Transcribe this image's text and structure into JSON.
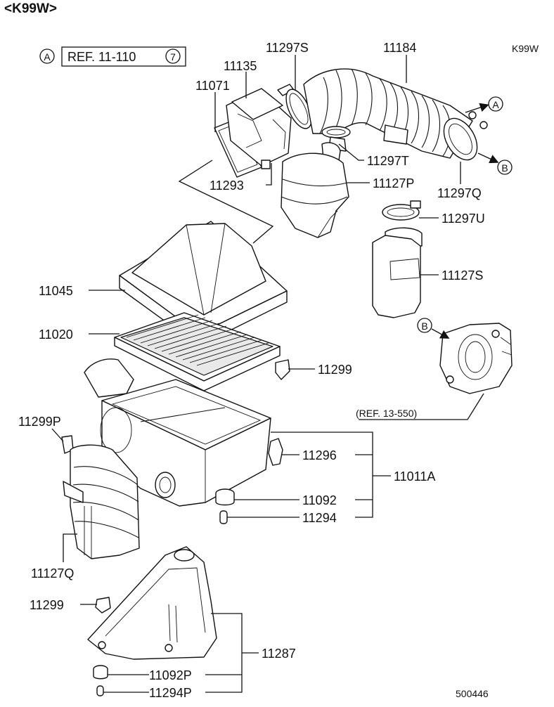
{
  "header": {
    "model_tag": "<K99W>"
  },
  "model_code": "K99W",
  "diagram_code": "500446",
  "ref_a": {
    "letter": "A",
    "text": "REF. 11-110",
    "circle": "7"
  },
  "ref_b": {
    "text": "(REF. 13-550)"
  },
  "markers": {
    "a": "A",
    "b": "B"
  },
  "parts": {
    "p11297S": "11297S",
    "p11184": "11184",
    "p11135": "11135",
    "p11071": "11071",
    "p11297T": "11297T",
    "p11293": "11293",
    "p11127P": "11127P",
    "p11297Q": "11297Q",
    "p11297U": "11297U",
    "p11127S": "11127S",
    "p11045": "11045",
    "p11020": "11020",
    "p11299": "11299",
    "p11299P": "11299P",
    "p11296": "11296",
    "p11011A": "11011A",
    "p11092": "11092",
    "p11294": "11294",
    "p11127Q": "11127Q",
    "p11299b": "11299",
    "p11287": "11287",
    "p11092P": "11092P",
    "p11294P": "11294P"
  }
}
